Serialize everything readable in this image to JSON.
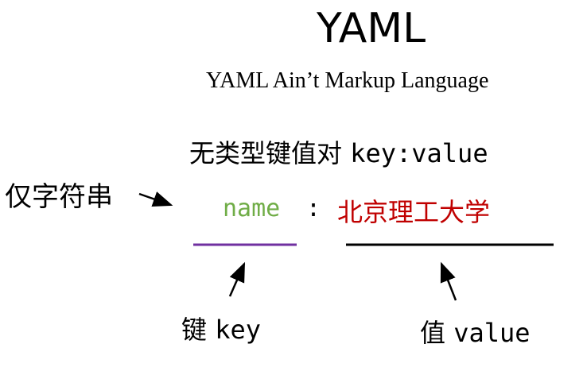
{
  "title": "YAML",
  "subtitle": "YAML Ain’t Markup Language",
  "intro": {
    "text": "无类型键值对 ",
    "code": "key:value"
  },
  "annotation_left": "仅字符串",
  "example": {
    "key": "name",
    "separator": ":",
    "value": "北京理工大学"
  },
  "key_label": {
    "text": "键 ",
    "code": "key"
  },
  "value_label": {
    "text": "值 ",
    "code": "value"
  },
  "colors": {
    "key": "#70ad47",
    "value": "#c00000",
    "key_underline": "#7030a0"
  }
}
